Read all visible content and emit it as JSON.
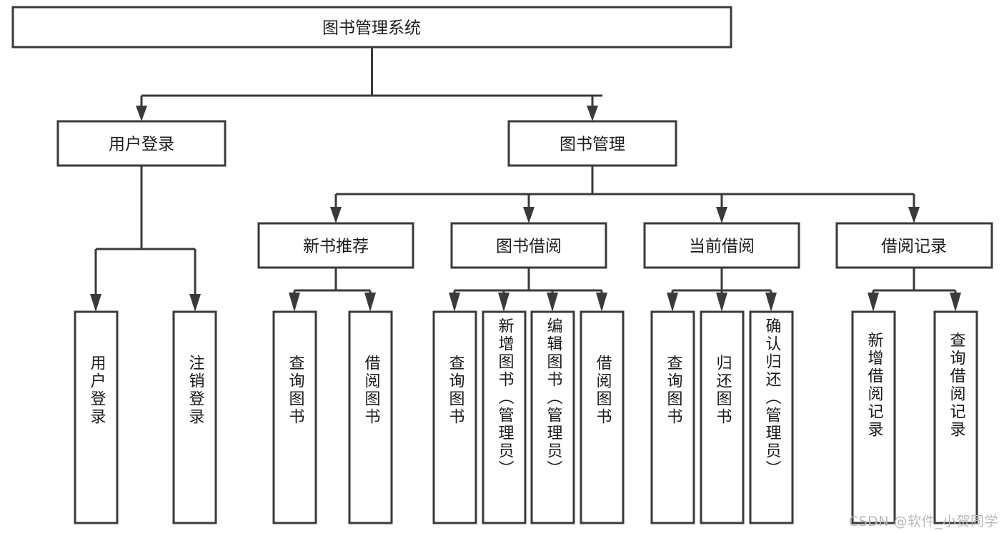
{
  "diagram": {
    "title": "图书管理系统",
    "type": "tree-hierarchy",
    "colors": {
      "box_stroke": "#3a3a3a",
      "box_fill": "#ffffff",
      "text": "#1b1b1b",
      "connector": "#3a3a3a",
      "background": "#ffffff",
      "watermark": "#b8b8b8"
    },
    "root": {
      "id": "root",
      "label": "图书管理系统",
      "orientation": "horizontal"
    },
    "level1": [
      {
        "id": "user-login",
        "label": "用户登录",
        "orientation": "horizontal"
      },
      {
        "id": "book-manage",
        "label": "图书管理",
        "orientation": "horizontal"
      }
    ],
    "level2": [
      {
        "id": "new-book-recommend",
        "label": "新书推荐",
        "orientation": "horizontal",
        "parent": "book-manage"
      },
      {
        "id": "book-borrow",
        "label": "图书借阅",
        "orientation": "horizontal",
        "parent": "book-manage"
      },
      {
        "id": "current-borrow",
        "label": "当前借阅",
        "orientation": "horizontal",
        "parent": "book-manage"
      },
      {
        "id": "borrow-record",
        "label": "借阅记录",
        "orientation": "horizontal",
        "parent": "book-manage"
      }
    ],
    "leaves": {
      "user_login_children": [
        {
          "id": "leaf-user-login",
          "label": "用户登录",
          "orientation": "vertical"
        },
        {
          "id": "leaf-logout-login",
          "label": "注销登录",
          "orientation": "vertical"
        }
      ],
      "new_book_recommend_children": [
        {
          "id": "leaf-query-book-1",
          "label": "查询图书",
          "orientation": "vertical"
        },
        {
          "id": "leaf-borrow-book-1",
          "label": "借阅图书",
          "orientation": "vertical"
        }
      ],
      "book_borrow_children": [
        {
          "id": "leaf-query-book-2",
          "label": "查询图书",
          "orientation": "vertical"
        },
        {
          "id": "leaf-add-book",
          "label": "新增图书（管理员）",
          "orientation": "vertical"
        },
        {
          "id": "leaf-edit-book",
          "label": "编辑图书（管理员）",
          "orientation": "vertical"
        },
        {
          "id": "leaf-borrow-book-2",
          "label": "借阅图书",
          "orientation": "vertical"
        }
      ],
      "current_borrow_children": [
        {
          "id": "leaf-query-book-3",
          "label": "查询图书",
          "orientation": "vertical"
        },
        {
          "id": "leaf-return-book",
          "label": "归还图书",
          "orientation": "vertical"
        },
        {
          "id": "leaf-confirm-return",
          "label": "确认归还（管理员）",
          "orientation": "vertical"
        }
      ],
      "borrow_record_children": [
        {
          "id": "leaf-add-record",
          "label": "新增借阅记录",
          "orientation": "vertical"
        },
        {
          "id": "leaf-query-record",
          "label": "查询借阅记录",
          "orientation": "vertical"
        }
      ]
    }
  },
  "watermark": {
    "text": "CSDN @软件_小贺同学"
  }
}
